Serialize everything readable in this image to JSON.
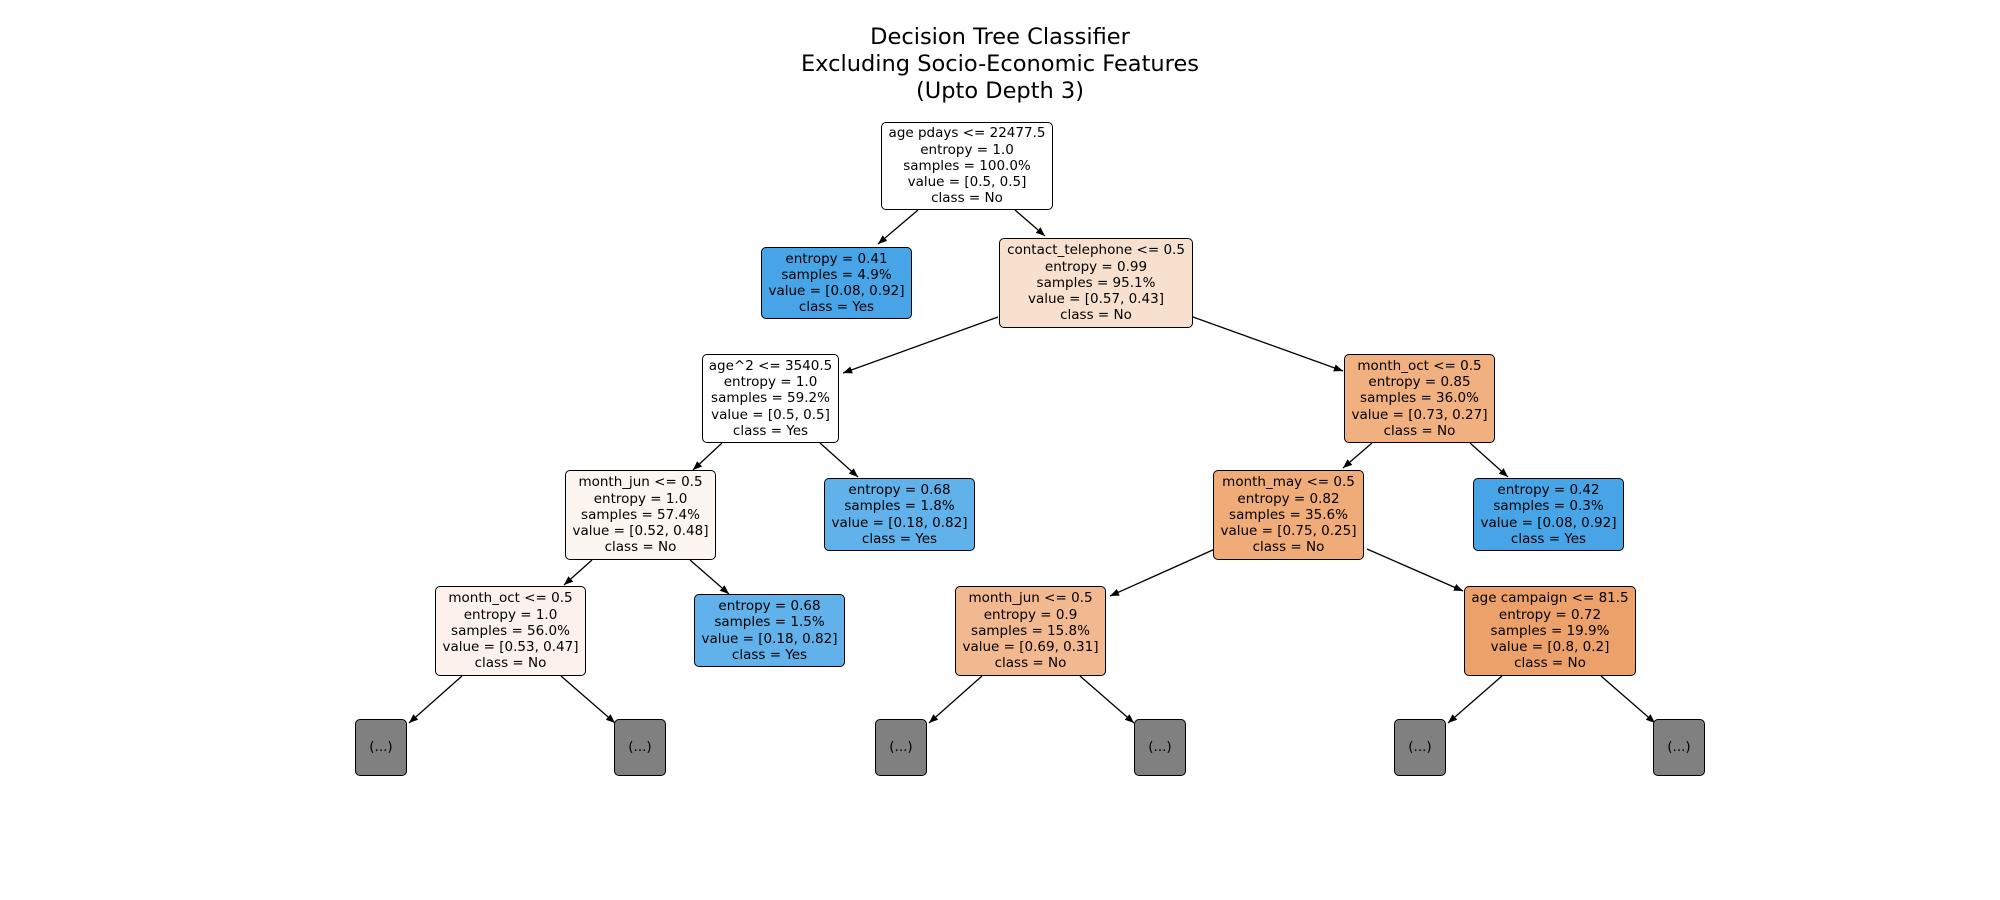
{
  "title": {
    "lines": [
      "Decision Tree Classifier",
      "Excluding Socio-Economic Features",
      "(Upto Depth 3)"
    ]
  },
  "colors": {
    "white": "#ffffff",
    "blue_dark": "#47a4e7",
    "blue_mid": "#61b1ea",
    "peach_light": "#f8e0ce",
    "cream": "#fdf5f0",
    "cream2": "#fcf2eb",
    "orange_mid": "#f1b07f",
    "orange": "#efab78",
    "orange_light": "#f2b890",
    "orange_dark": "#eca06a",
    "truncated": "#808080"
  },
  "nodes": {
    "root": {
      "lines": [
        "age pdays <= 22477.5",
        "entropy = 1.0",
        "samples = 100.0%",
        "value = [0.5, 0.5]",
        "class = No"
      ]
    },
    "n_l1": {
      "lines": [
        "entropy = 0.41",
        "samples = 4.9%",
        "value = [0.08, 0.92]",
        "class = Yes"
      ]
    },
    "n_r1": {
      "lines": [
        "contact_telephone <= 0.5",
        "entropy = 0.99",
        "samples = 95.1%",
        "value = [0.57, 0.43]",
        "class = No"
      ]
    },
    "n_age2": {
      "lines": [
        "age^2 <= 3540.5",
        "entropy = 1.0",
        "samples = 59.2%",
        "value = [0.5, 0.5]",
        "class = Yes"
      ]
    },
    "n_oct1": {
      "lines": [
        "month_oct <= 0.5",
        "entropy = 0.85",
        "samples = 36.0%",
        "value = [0.73, 0.27]",
        "class = No"
      ]
    },
    "n_jun1": {
      "lines": [
        "month_jun <= 0.5",
        "entropy = 1.0",
        "samples = 57.4%",
        "value = [0.52, 0.48]",
        "class = No"
      ]
    },
    "n_leaf18": {
      "lines": [
        "entropy = 0.68",
        "samples = 1.8%",
        "value = [0.18, 0.82]",
        "class = Yes"
      ]
    },
    "n_may": {
      "lines": [
        "month_may <= 0.5",
        "entropy = 0.82",
        "samples = 35.6%",
        "value = [0.75, 0.25]",
        "class = No"
      ]
    },
    "n_leaf03": {
      "lines": [
        "entropy = 0.42",
        "samples = 0.3%",
        "value = [0.08, 0.92]",
        "class = Yes"
      ]
    },
    "n_oct2": {
      "lines": [
        "month_oct <= 0.5",
        "entropy = 1.0",
        "samples = 56.0%",
        "value = [0.53, 0.47]",
        "class = No"
      ]
    },
    "n_leaf15": {
      "lines": [
        "entropy = 0.68",
        "samples = 1.5%",
        "value = [0.18, 0.82]",
        "class = Yes"
      ]
    },
    "n_jun2": {
      "lines": [
        "month_jun <= 0.5",
        "entropy = 0.9",
        "samples = 15.8%",
        "value = [0.69, 0.31]",
        "class = No"
      ]
    },
    "n_camp": {
      "lines": [
        "age campaign <= 81.5",
        "entropy = 0.72",
        "samples = 19.9%",
        "value = [0.8, 0.2]",
        "class = No"
      ]
    },
    "t1": {
      "lines": [
        "(...)"
      ]
    },
    "t2": {
      "lines": [
        "(...)"
      ]
    },
    "t3": {
      "lines": [
        "(...)"
      ]
    },
    "t4": {
      "lines": [
        "(...)"
      ]
    },
    "t5": {
      "lines": [
        "(...)"
      ]
    },
    "t6": {
      "lines": [
        "(...)"
      ]
    }
  }
}
